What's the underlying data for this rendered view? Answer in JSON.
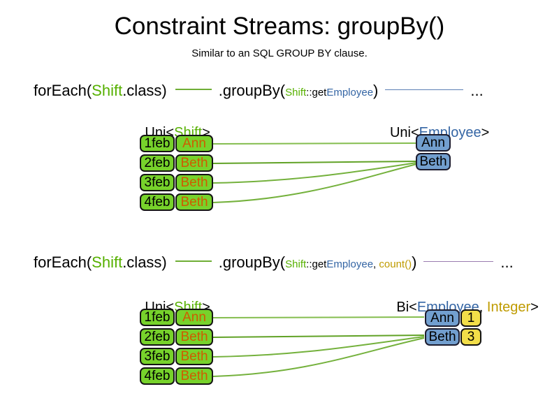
{
  "title": "Constraint Streams: groupBy()",
  "subtitle": "Similar to an SQL GROUP BY clause.",
  "colors": {
    "green_box_fill": "#77d22b",
    "green_text": "#56b000",
    "blue_box_fill": "#729fcf",
    "yellow_box_fill": "#f2de49",
    "orange_text": "#ce5c00",
    "blue_text": "#3465a4",
    "gold_text": "#bf9b00",
    "connector_green": "#6fae35",
    "connector_blue": "#5b7fb5",
    "connector_purple": "#9a7cb0"
  },
  "section1": {
    "code": {
      "foreach": "forEach(",
      "shift": "Shift",
      "class_suffix": ".class)",
      "groupby": ".groupBy(",
      "param_shift": "Shift",
      "param_getter": "::get",
      "param_employee": "Employee",
      "close_paren": ")",
      "ellipsis": "..."
    },
    "left_type": {
      "pre": "Uni<",
      "param": "Shift",
      "post": ">"
    },
    "right_type": {
      "pre": "Uni<",
      "param": "Employee",
      "post": ">"
    },
    "rows": [
      {
        "date": "1feb",
        "name": "Ann"
      },
      {
        "date": "2feb",
        "name": "Beth"
      },
      {
        "date": "3feb",
        "name": "Beth"
      },
      {
        "date": "4feb",
        "name": "Beth"
      }
    ],
    "groups": [
      {
        "name": "Ann"
      },
      {
        "name": "Beth"
      }
    ]
  },
  "section2": {
    "code": {
      "foreach": "forEach(",
      "shift": "Shift",
      "class_suffix": ".class)",
      "groupby": ".groupBy(",
      "param_shift": "Shift",
      "param_getter": "::get",
      "param_employee": "Employee",
      "param_comma": ", ",
      "param_count": "count()",
      "close_paren": ")",
      "ellipsis": "..."
    },
    "left_type": {
      "pre": "Uni<",
      "param": "Shift",
      "post": ">"
    },
    "right_type": {
      "pre": "Bi<",
      "param1": "Employee",
      "comma": ", ",
      "param2": "Integer",
      "post": ">"
    },
    "rows": [
      {
        "date": "1feb",
        "name": "Ann"
      },
      {
        "date": "2feb",
        "name": "Beth"
      },
      {
        "date": "3feb",
        "name": "Beth"
      },
      {
        "date": "4feb",
        "name": "Beth"
      }
    ],
    "groups": [
      {
        "name": "Ann",
        "count": "1"
      },
      {
        "name": "Beth",
        "count": "3"
      }
    ]
  }
}
